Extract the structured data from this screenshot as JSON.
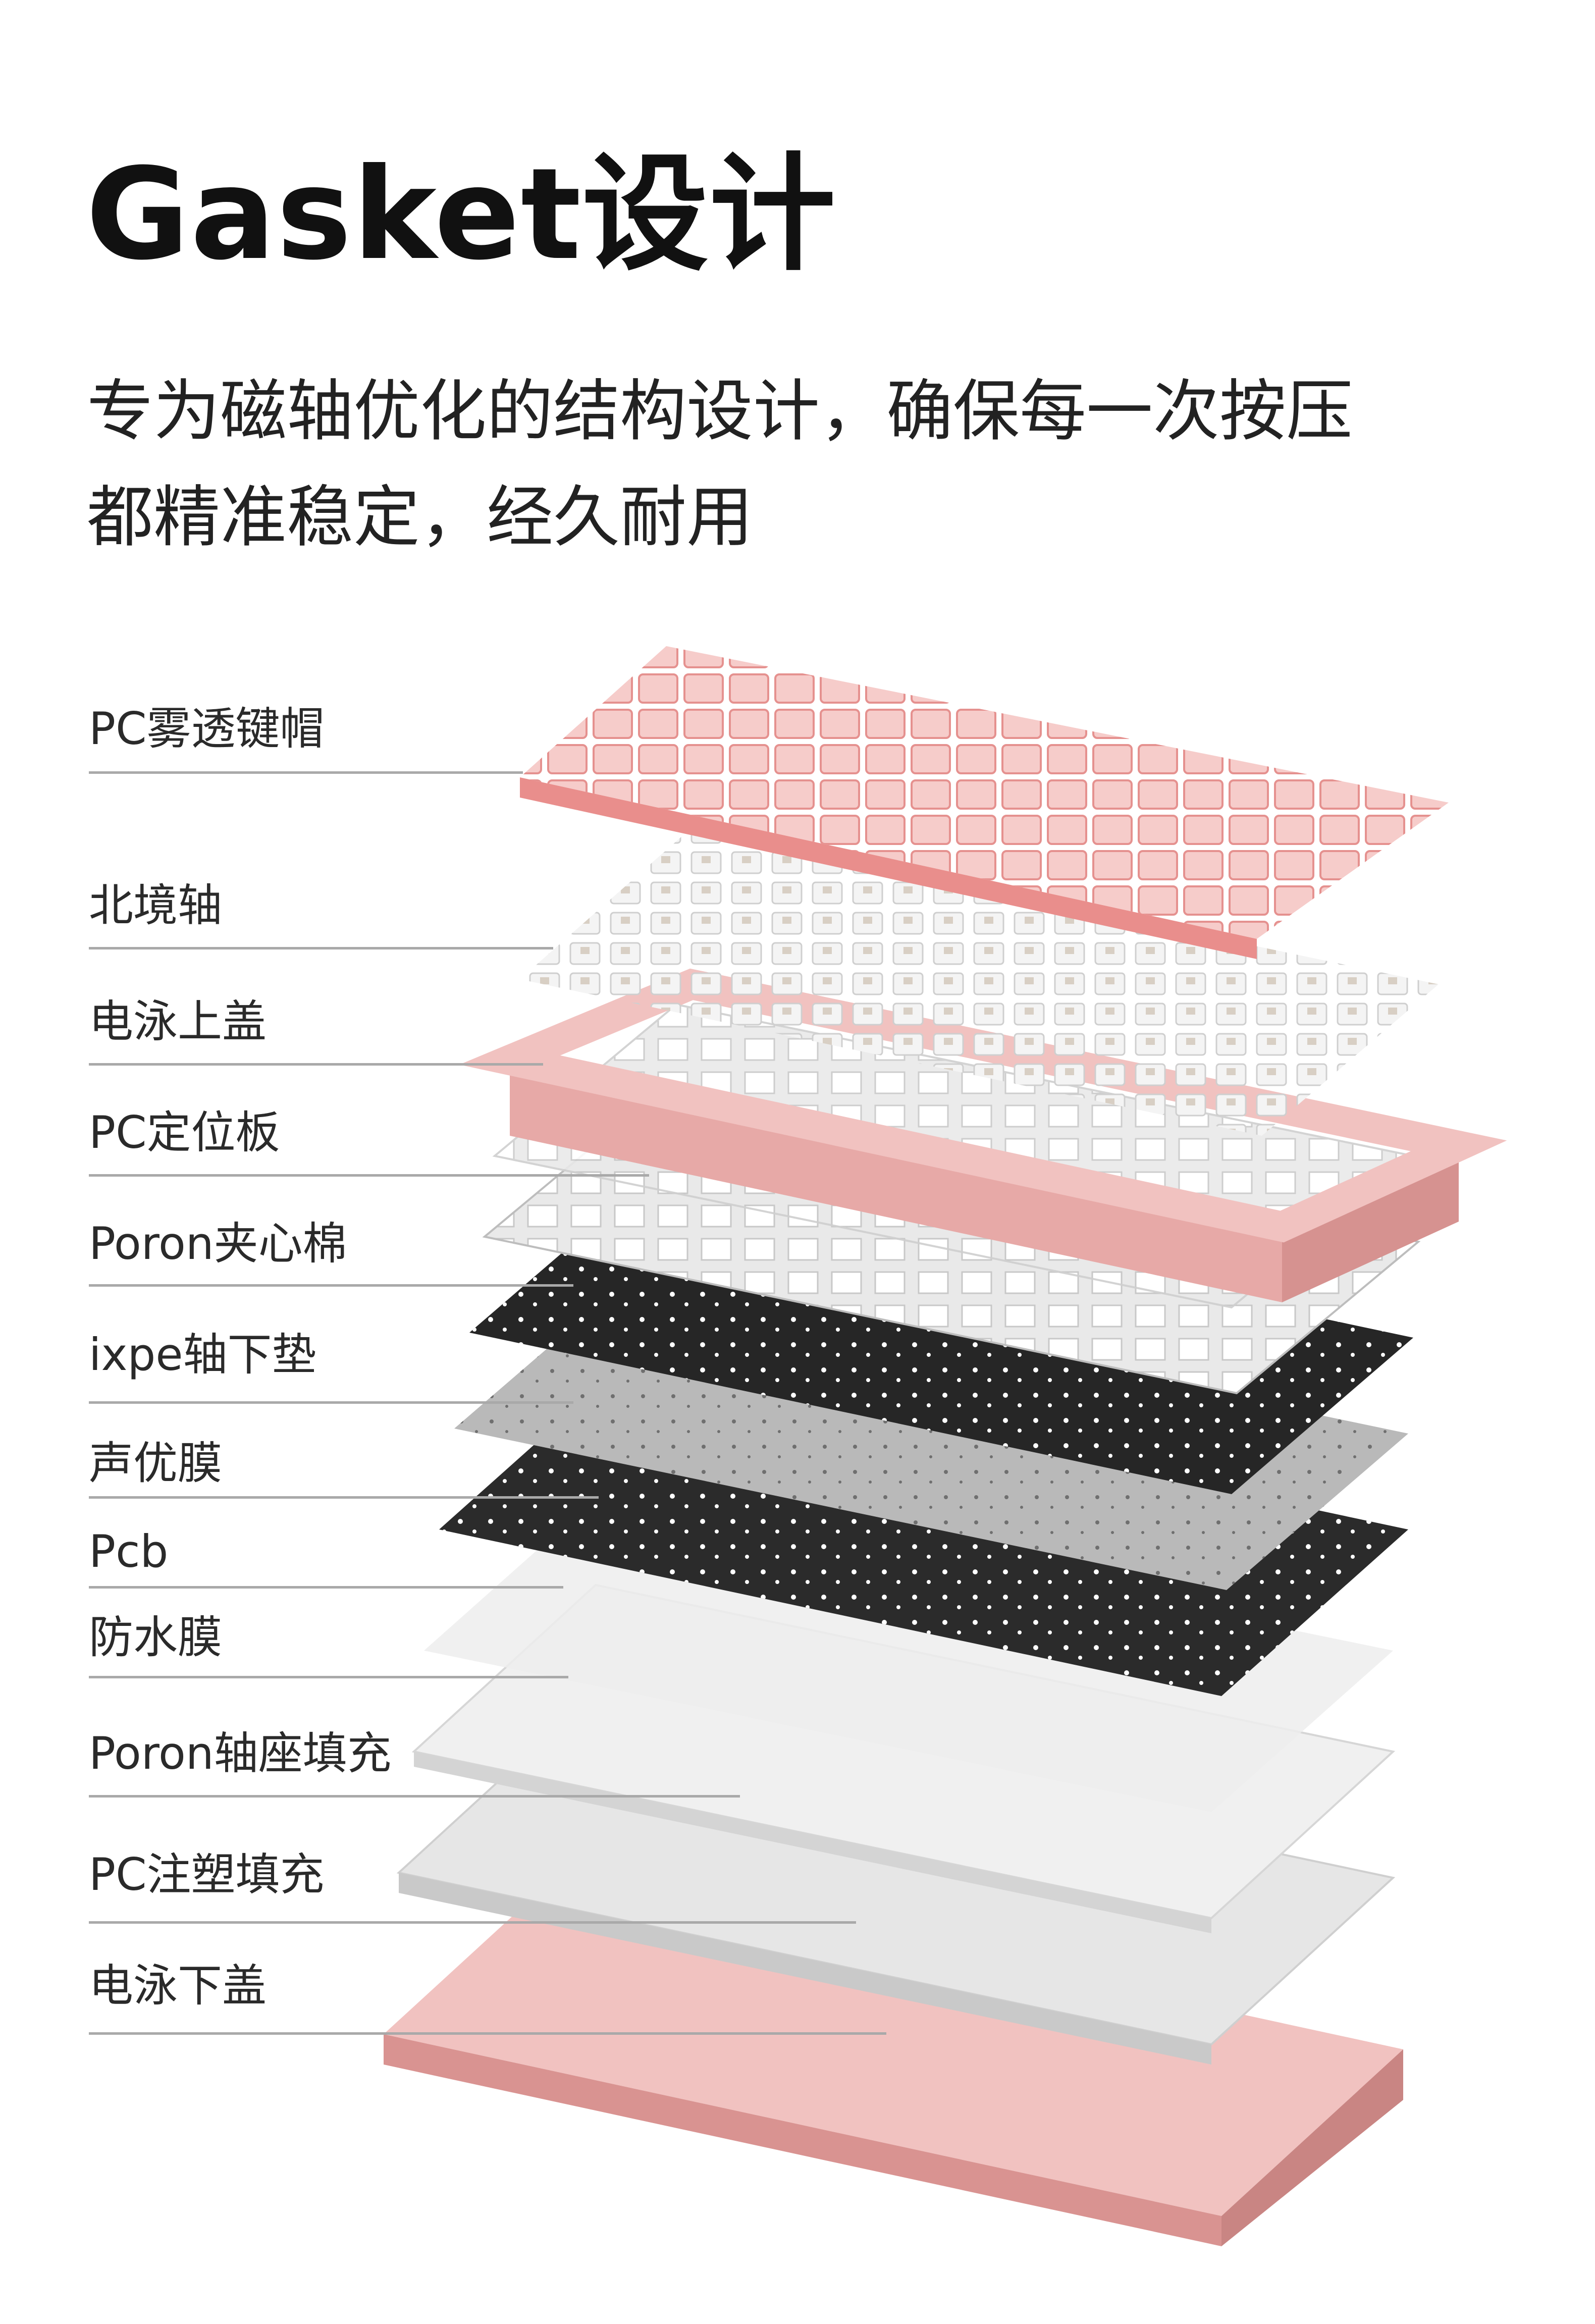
{
  "title": "Gasket设计",
  "subtitle": {
    "line1": "专为磁轴优化的结构设计，确保每一次按压",
    "line2": "都精准稳定，经久耐用"
  },
  "layers": [
    {
      "label": "PC雾透键帽"
    },
    {
      "label": "北境轴"
    },
    {
      "label": "电泳上盖"
    },
    {
      "label": "PC定位板"
    },
    {
      "label": "Poron夹心棉"
    },
    {
      "label": "ixpe轴下垫"
    },
    {
      "label": "声优膜"
    },
    {
      "label": "Pcb"
    },
    {
      "label": "防水膜"
    },
    {
      "label": "Poron轴座填充"
    },
    {
      "label": "PC注塑填充"
    },
    {
      "label": "电泳下盖"
    }
  ],
  "colors": {
    "pink": "#eab8b6",
    "keycap_pink": "#f1a6a4",
    "pcb": "#2b2b2b",
    "grey_plate": "#dcdcdc",
    "foam": "#f2f2f2"
  }
}
